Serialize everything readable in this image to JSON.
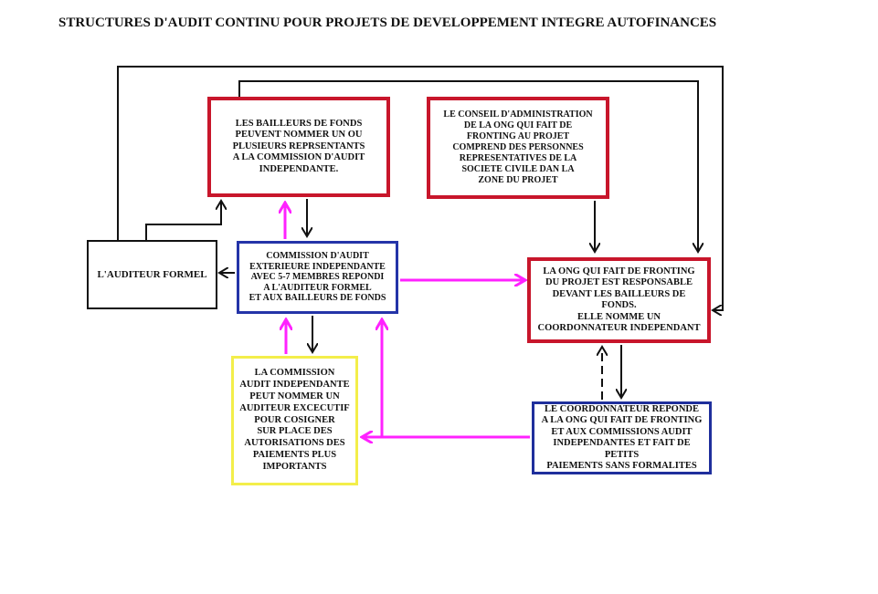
{
  "title": "STRUCTURES D'AUDIT CONTINU POUR PROJETS DE DEVELOPPEMENT INTEGRE AUTOFINANCES",
  "colors": {
    "red_border": "#c8162b",
    "blue_border": "#2434a8",
    "yellow_border": "#f3ee4a",
    "magenta_arrow": "#ff22ff",
    "black_arrow": "#111111"
  },
  "boxes": {
    "bailleurs": "LES BAILLEURS DE FONDS\nPEUVENT NOMMER UN OU\nPLUSIEURS REPRSENTANTS\nA LA COMMISSION D'AUDIT\nINDEPENDANTE.",
    "conseil": "LE CONSEIL D'ADMINISTRATION\nDE LA ONG QUI FAIT DE\nFRONTING AU PROJET\nCOMPREND DES PERSONNES\nREPRESENTATIVES DE LA\nSOCIETE CIVILE DAN LA\nZONE DU PROJET",
    "auditeur": "L'AUDITEUR FORMEL",
    "commission": "COMMISSION D'AUDIT\nEXTERIEURE INDEPENDANTE\nAVEC 5-7 MEMBRES REPONDI\nA L'AUDITEUR FORMEL\nET AUX BAILLEURS DE FONDS",
    "ong": "LA ONG QUI FAIT DE FRONTING\nDU PROJET EST RESPONSABLE\nDEVANT LES BAILLEURS DE\nFONDS.\nELLE NOMME UN\nCOORDONNATEUR INDEPENDANT",
    "independante": "LA COMMISSION\nAUDIT INDEPENDANTE\nPEUT NOMMER UN\nAUDITEUR EXCECUTIF\nPOUR COSIGNER\nSUR PLACE DES\nAUTORISATIONS DES\nPAIEMENTS PLUS\nIMPORTANTS",
    "coordonnateur": "LE COORDONNATEUR REPONDE\nA LA ONG QUI FAIT DE FRONTING\nET AUX COMMISSIONS AUDIT\nINDEPENDANTES ET FAIT DE PETITS\nPAIEMENTS SANS FORMALITES"
  }
}
